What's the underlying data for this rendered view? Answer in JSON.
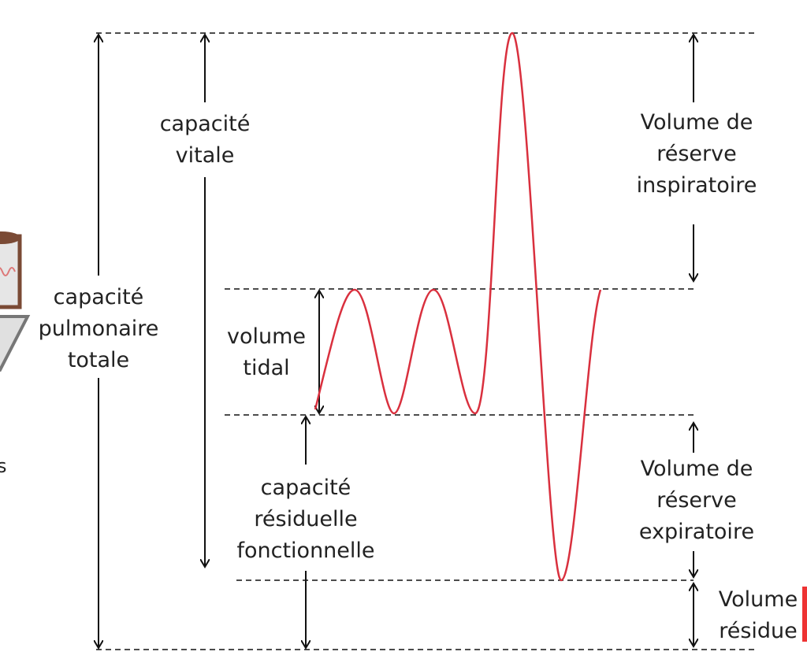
{
  "labels": {
    "cpt": "capacité\npulmonaire\ntotale",
    "cv": "capacité\nvitale",
    "vt": "volume\ntidal",
    "crf": "capacité\nrésiduelle\nfonctionnelle",
    "vri": "Volume de\nréserve\ninspiratoire",
    "vre": "Volume de\nréserve\nexpiratoire",
    "vr": "Volume\nrésidue"
  },
  "colors": {
    "curve": "#d9303e",
    "lines": "#111111"
  }
}
